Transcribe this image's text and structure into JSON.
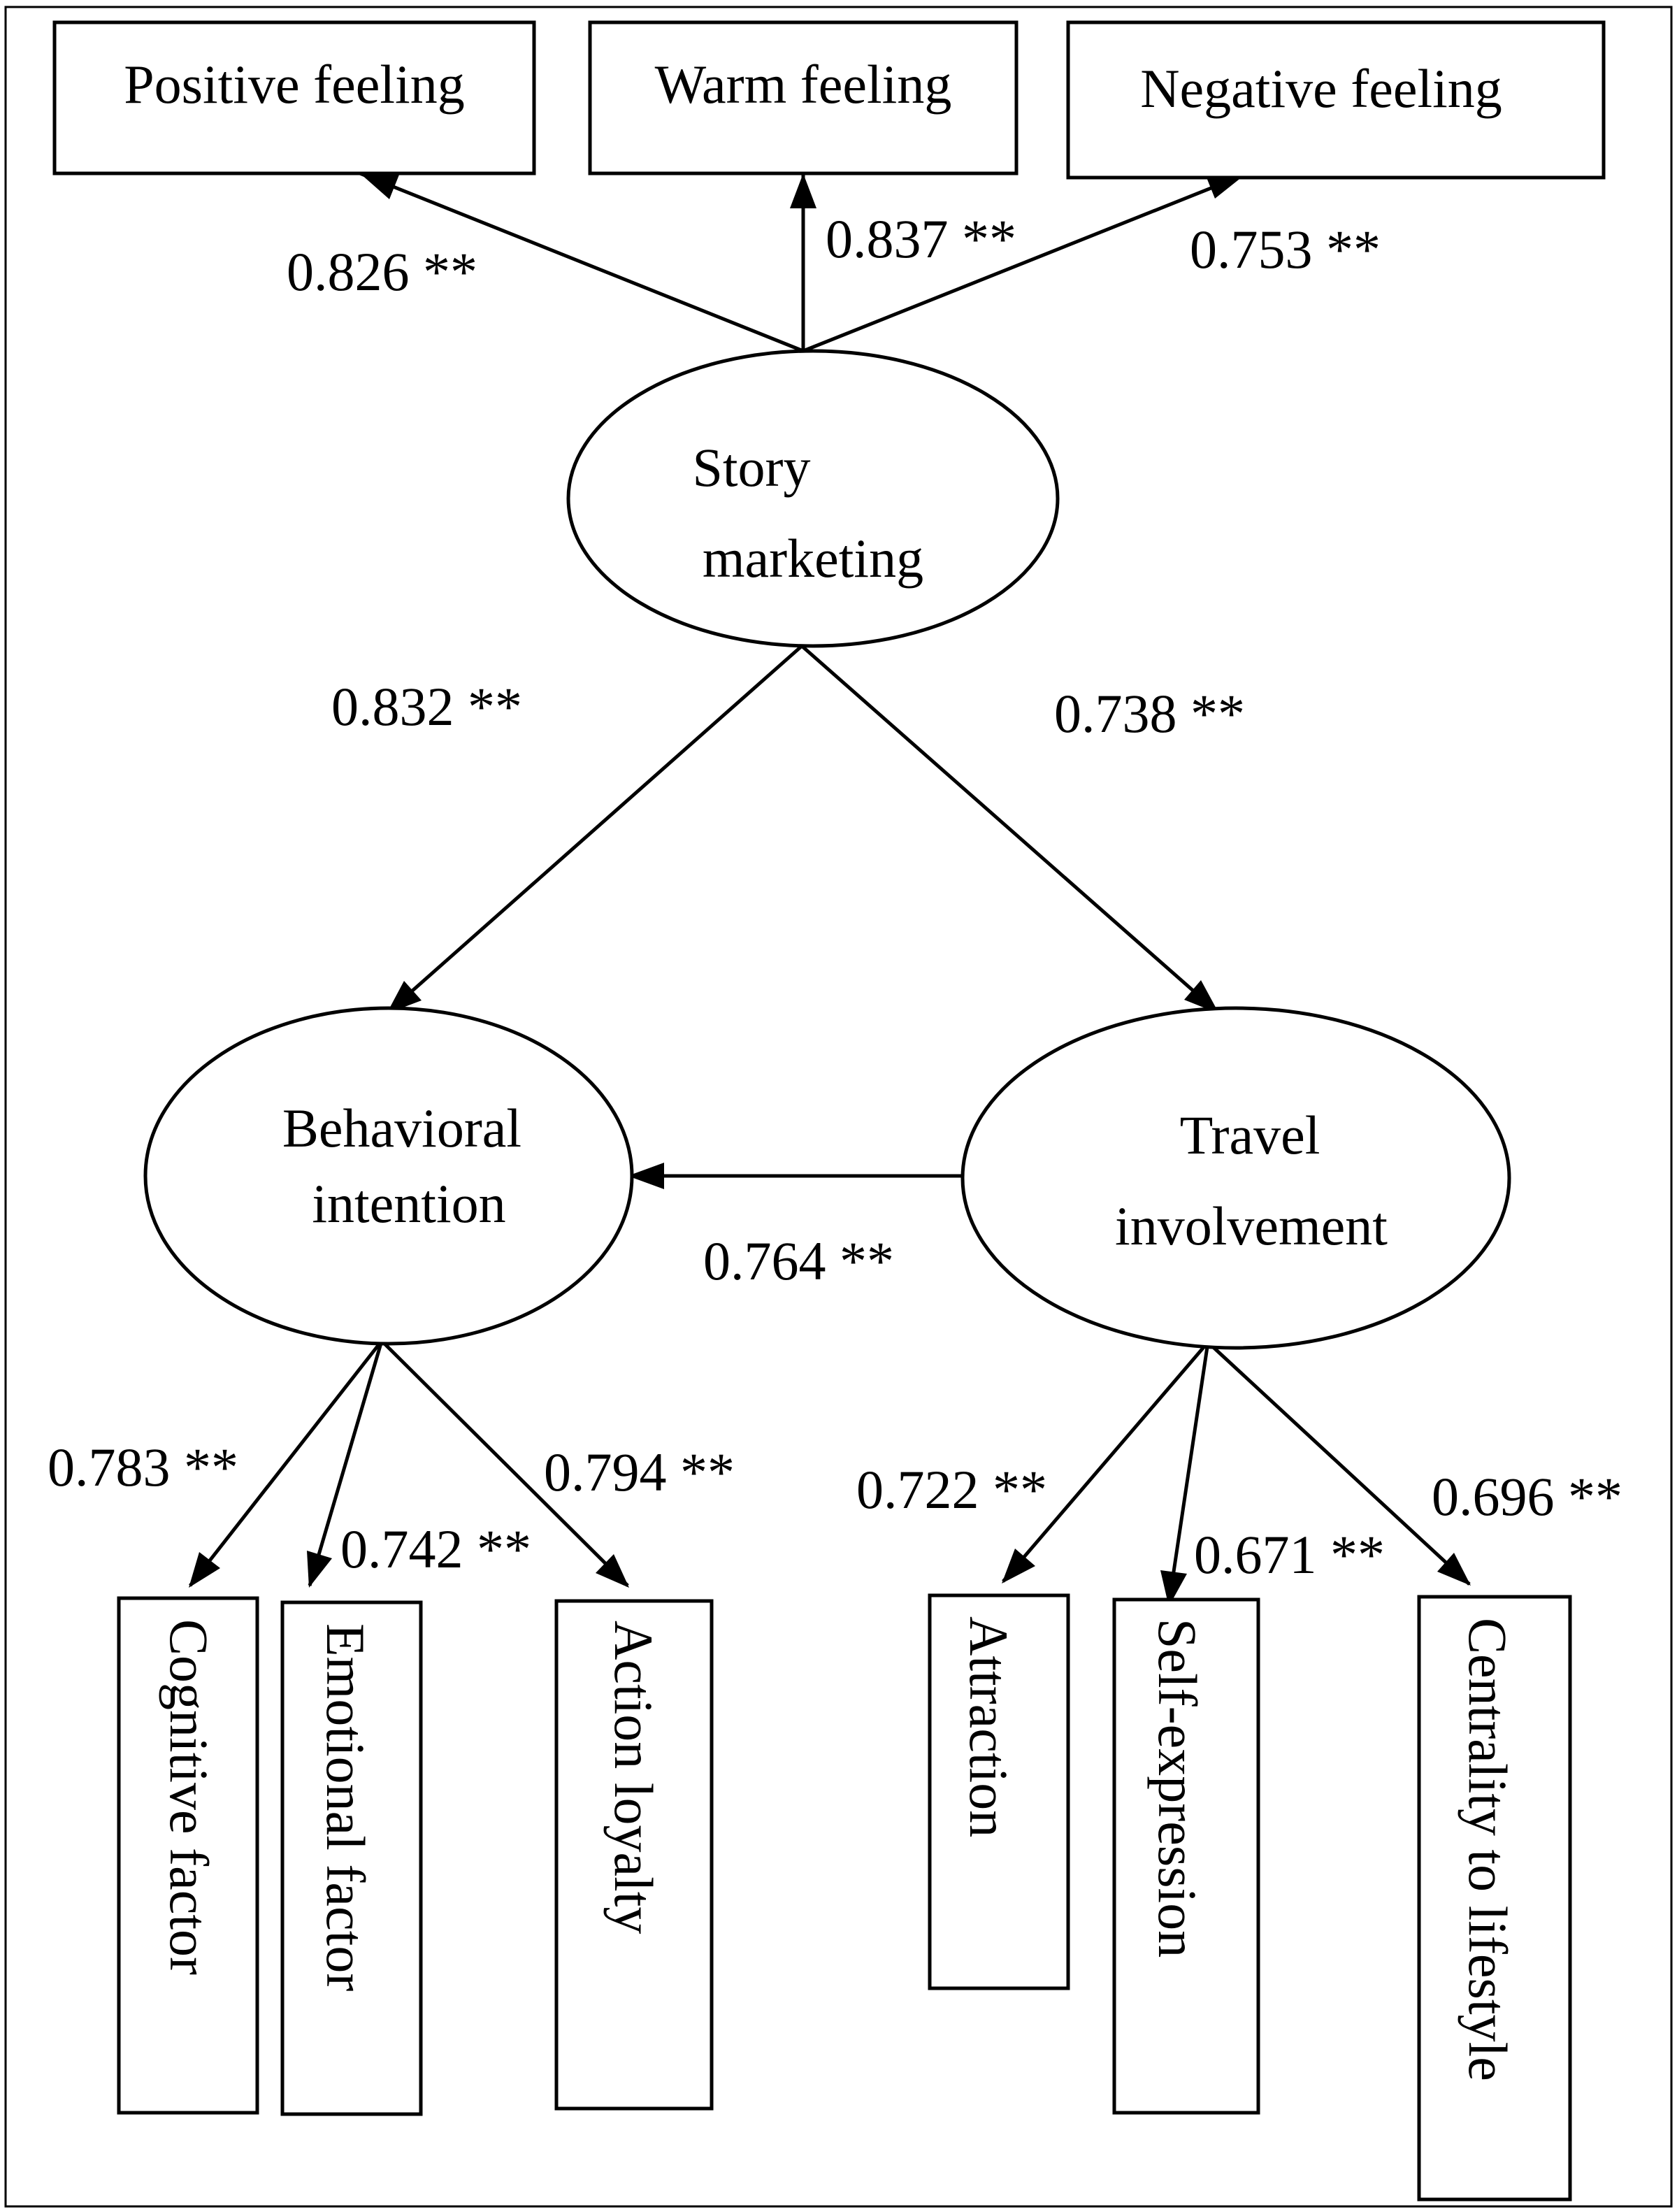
{
  "nodes": {
    "positive_feeling": "Positive feeling",
    "warm_feeling": "Warm feeling",
    "negative_feeling": "Negative feeling",
    "story_marketing": [
      "Story",
      "marketing"
    ],
    "behavioral_intention": [
      "Behavioral",
      "intention"
    ],
    "travel_involvement": [
      "Travel",
      "involvement"
    ],
    "cognitive_factor": "Cognitive factor",
    "emotional_factor": "Emotional factor",
    "action_loyalty": "Action loyalty",
    "attraction": "Attraction",
    "self_expression": "Self-expression",
    "centrality_to_lifestyle": "Centrality to lifestyle"
  },
  "edges": {
    "sm_positive": "0.826 **",
    "sm_warm": "0.837 **",
    "sm_negative": "0.753 **",
    "sm_behavioral": "0.832 **",
    "sm_travel": "0.738 **",
    "travel_behavioral": "0.764 **",
    "bi_cognitive": "0.783 **",
    "bi_emotional": "0.742 **",
    "bi_action": "0.794 **",
    "ti_attraction": "0.722 **",
    "ti_self": "0.671 **",
    "ti_centrality": "0.696 **"
  }
}
